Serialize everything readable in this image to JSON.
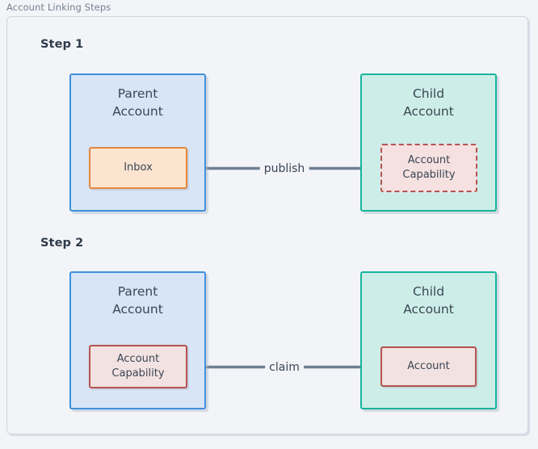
{
  "diagram": {
    "title": "Account Linking Steps",
    "colors": {
      "canvas_background": "#f2f4f7",
      "panel_border": "#cdd6e0",
      "parent_fill": "#d7e5f7",
      "parent_border": "#3f8fdd",
      "child_fill": "#cdeee8",
      "child_border": "#18b49b",
      "inbox_fill": "#fbe4d0",
      "inbox_border": "#e3873c",
      "capability_fill": "#f4e1e0",
      "capability_border": "#b5534f",
      "edge_stroke": "#6e7f90",
      "step_label_text": "#2f3b4b",
      "title_text": "#77818e",
      "node_text": "#3b4554"
    },
    "steps": [
      {
        "label": "Step 1",
        "left_node": {
          "title": "Parent\nAccount",
          "type": "parent-account",
          "inner": {
            "label": "Inbox",
            "style": "solid-orange"
          }
        },
        "right_node": {
          "title": "Child\nAccount",
          "type": "child-account",
          "inner": {
            "label": "Account\nCapability",
            "style": "dashed-red"
          }
        },
        "edge": {
          "label": "publish",
          "direction": "right-to-left"
        }
      },
      {
        "label": "Step 2",
        "left_node": {
          "title": "Parent\nAccount",
          "type": "parent-account",
          "inner": {
            "label": "Account\nCapability",
            "style": "solid-red"
          }
        },
        "right_node": {
          "title": "Child\nAccount",
          "type": "child-account",
          "inner": {
            "label": "Account",
            "style": "solid-red"
          }
        },
        "edge": {
          "label": "claim",
          "direction": "left-to-right"
        }
      }
    ]
  }
}
